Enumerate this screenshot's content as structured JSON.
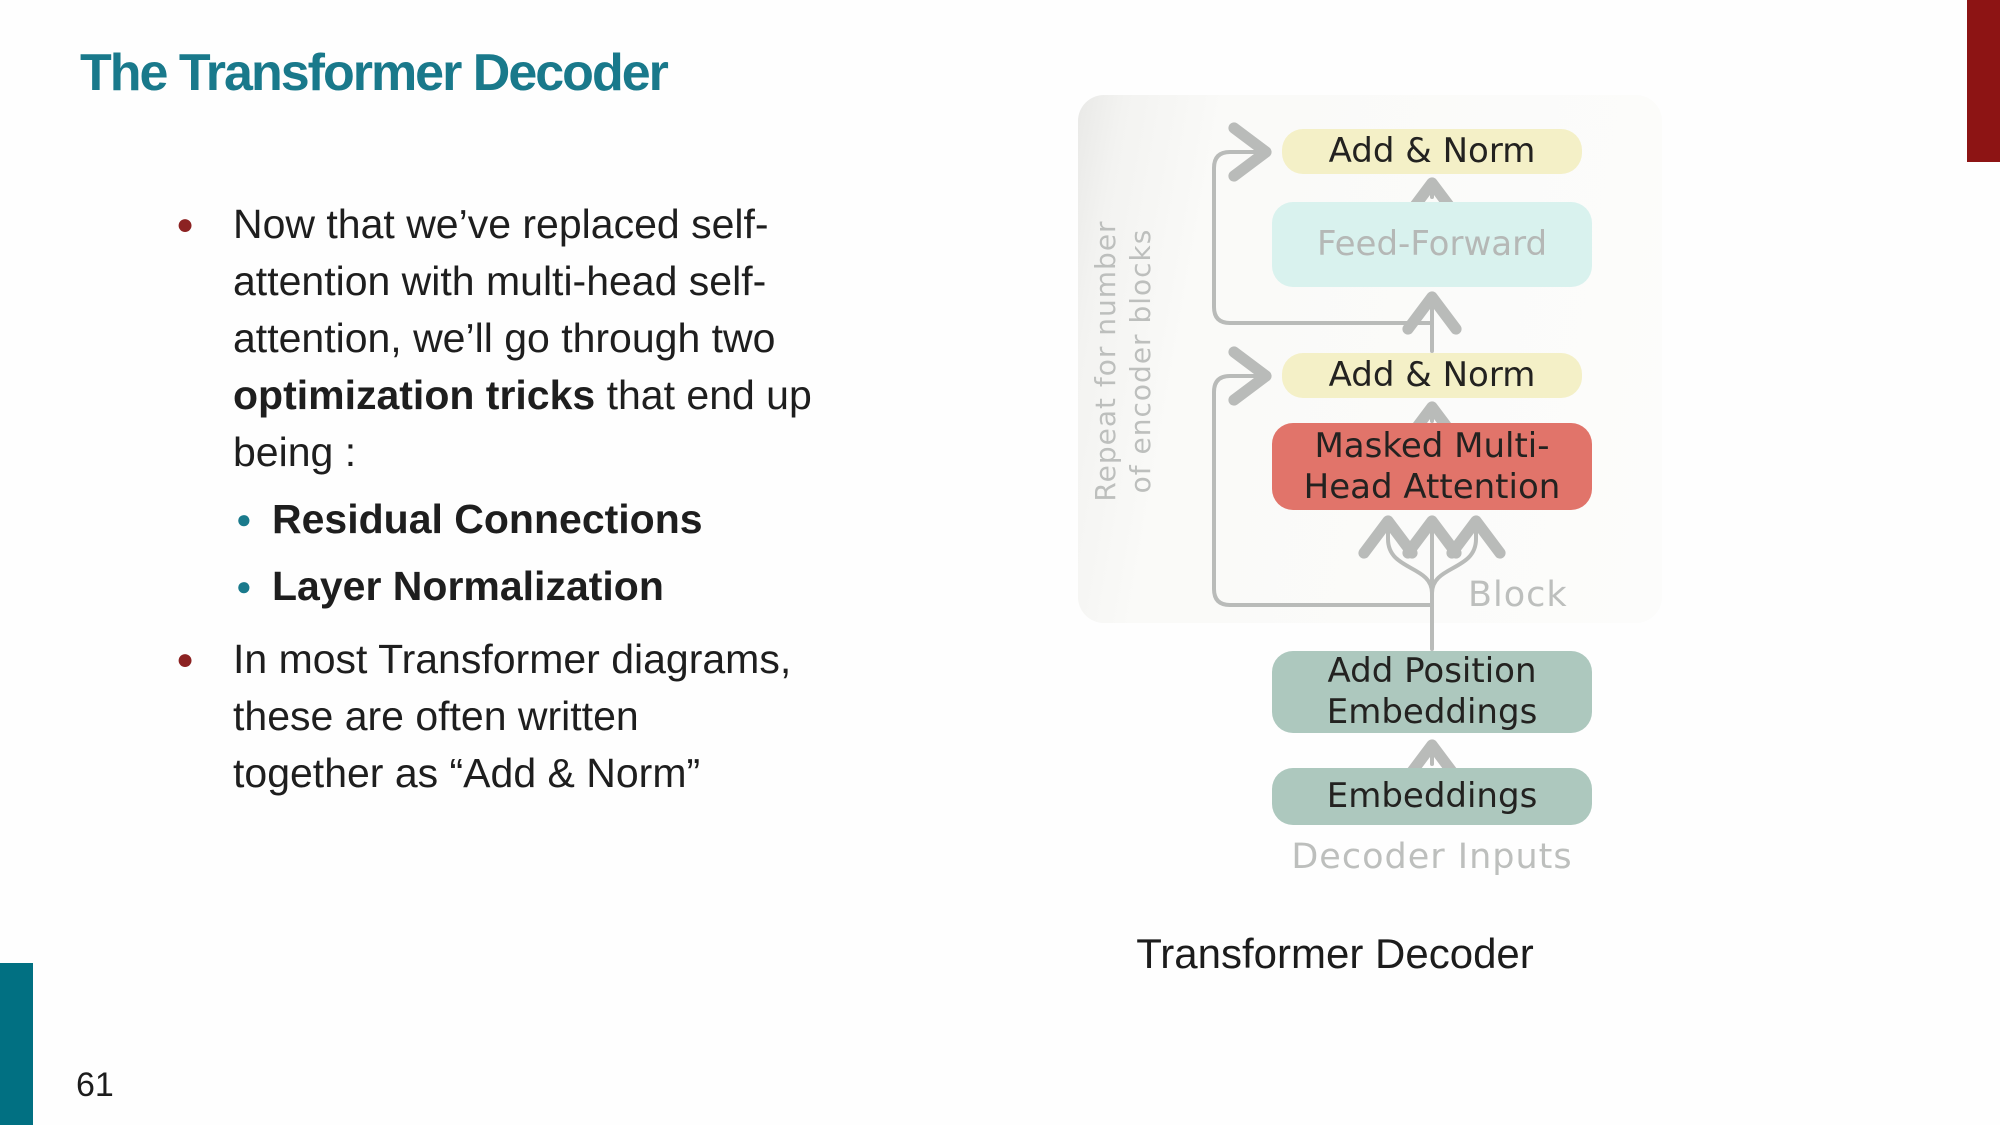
{
  "title": "The Transformer Decoder",
  "page_number": "61",
  "bullets": [
    {
      "level": 1,
      "lines": [
        [
          {
            "t": "Now that we’ve replaced self-"
          }
        ],
        [
          {
            "t": "attention with multi-head self-"
          }
        ],
        [
          {
            "t": "attention, we’ll go through two"
          }
        ],
        [
          {
            "t": "optimization tricks",
            "b": true
          },
          {
            "t": " that end up"
          }
        ],
        [
          {
            "t": "being :"
          }
        ]
      ]
    },
    {
      "level": 2,
      "lines": [
        [
          {
            "t": "Residual Connections",
            "b": true
          }
        ]
      ]
    },
    {
      "level": 2,
      "lines": [
        [
          {
            "t": "Layer Normalization",
            "b": true
          }
        ]
      ]
    },
    {
      "level": 1,
      "lines": [
        [
          {
            "t": "In most Transformer diagrams,"
          }
        ],
        [
          {
            "t": "these are often written"
          }
        ],
        [
          {
            "t": "together as “Add & Norm”"
          }
        ]
      ]
    }
  ],
  "diagram": {
    "add_norm_top": "Add & Norm",
    "feed_forward": "Feed-Forward",
    "add_norm_mid": "Add & Norm",
    "masked_line1": "Masked Multi-",
    "masked_line2": "Head Attention",
    "add_pos_line1": "Add Position",
    "add_pos_line2": "Embeddings",
    "embeddings": "Embeddings",
    "repeat_line1": "Repeat  for number",
    "repeat_line2": "of encoder blocks",
    "block": "Block",
    "decoder_inputs": "Decoder Inputs",
    "caption": "Transformer Decoder"
  },
  "colors": {
    "title-teal": "#19798B",
    "text-dark": "#1E1E1E",
    "bullet-red": "#8C2222",
    "bullet-teal": "#1A7A8C",
    "bar-red": "#8D1414",
    "bar-teal": "#017082",
    "box-yellow": "#F4F0C7",
    "box-cyan": "#D9F2EE",
    "box-salmon": "#E1746A",
    "box-green": "#ADC8BE",
    "box-text": "#232220",
    "ff-text": "#B5B8B6",
    "gray-label": "#BDBFBD",
    "arrow-gray": "#B9BBB9"
  }
}
